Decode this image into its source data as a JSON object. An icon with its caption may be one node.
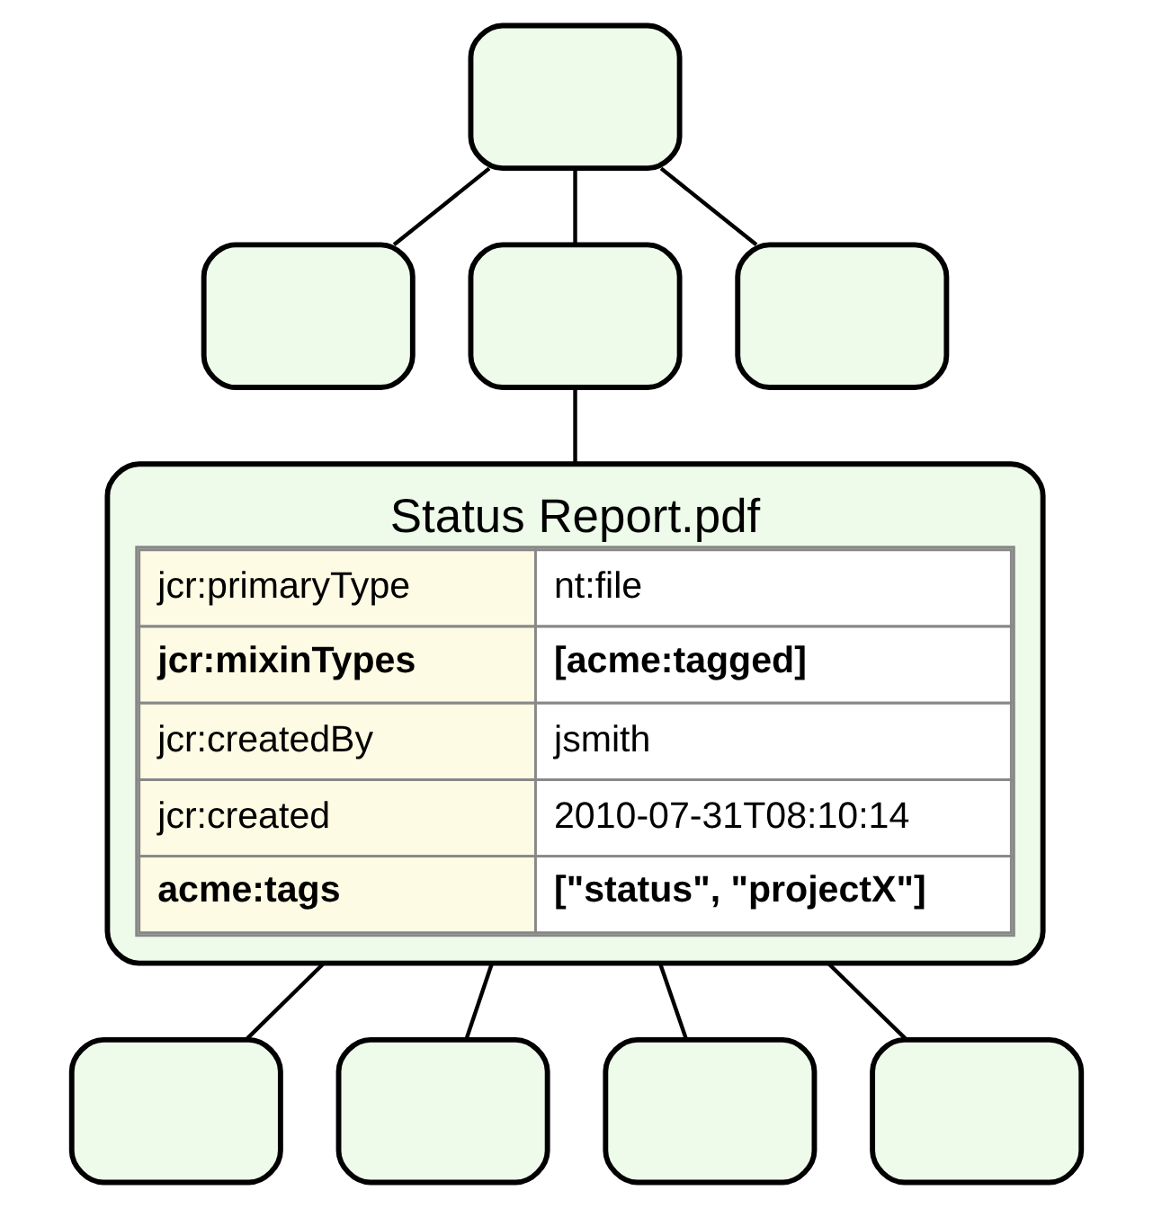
{
  "diagram": {
    "nodes": [
      {
        "text": [],
        "shape": "box"
      },
      {
        "text": [],
        "shape": "box"
      },
      {
        "text": [],
        "shape": "box"
      },
      {
        "text": [],
        "shape": "box"
      },
      {
        "text": [
          "Status Report.pdf",
          "jcr:primaryType",
          "nt:file",
          "jcr:mixinTypes",
          "[acme:tagged]",
          "jcr:createdBy",
          "jsmith",
          "jcr:created",
          "2010-07-31T08:10:14",
          "acme:tags",
          "[\"status\", \"projectX\"]"
        ]
      },
      {
        "text": [],
        "shape": "box"
      },
      {
        "text": [],
        "shape": "box"
      },
      {
        "text": [],
        "shape": "box"
      },
      {
        "text": [],
        "shape": "box"
      }
    ],
    "edges": [
      {
        "from": 0,
        "to": 1,
        "arrow": "none"
      },
      {
        "from": 0,
        "to": 2,
        "arrow": "none"
      },
      {
        "from": 0,
        "to": 3,
        "arrow": "none"
      },
      {
        "from": 2,
        "to": 4,
        "arrow": "none"
      },
      {
        "from": 4,
        "to": 5,
        "arrow": "none"
      },
      {
        "from": 4,
        "to": 6,
        "arrow": "none"
      },
      {
        "from": 4,
        "to": 7,
        "arrow": "none"
      },
      {
        "from": 4,
        "to": 8,
        "arrow": "none"
      }
    ]
  }
}
